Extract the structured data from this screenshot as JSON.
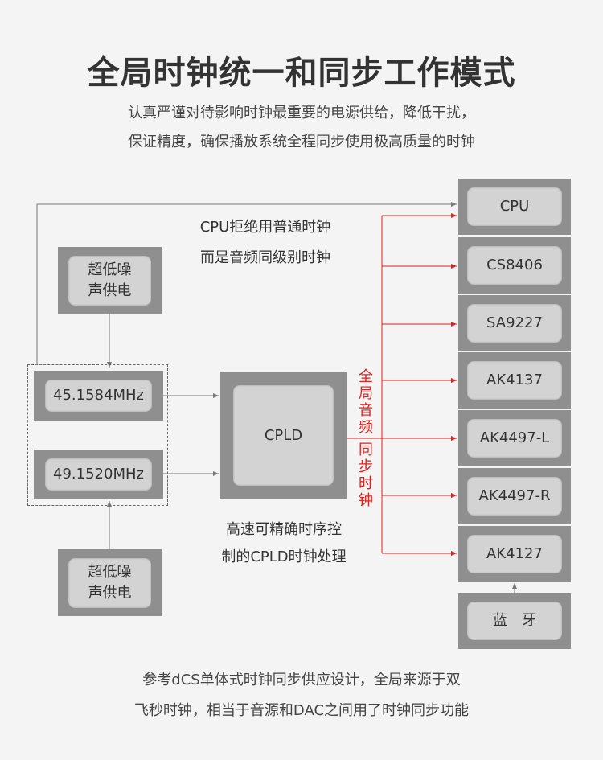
{
  "title": "全局时钟统一和同步工作模式",
  "subtitle": [
    "认真严谨对待影响时钟最重要的电源供给，降低干扰，",
    "保证精度，确保播放系统全程同步使用极高质量的时钟"
  ],
  "power": [
    "超低噪\n声供电",
    "超低噪\n声供电"
  ],
  "oscillators": [
    "45.1584MHz",
    "49.1520MHz"
  ],
  "cpld": "CPLD",
  "note_top": [
    "CPU拒绝用普通时钟",
    "而是音频同级别时钟"
  ],
  "note_bottom": [
    "高速可精确时序控",
    "制的CPLD时钟处理"
  ],
  "red_label_top": "全局音频",
  "red_label_bottom": "同步时钟",
  "chips": [
    "CPU",
    "CS8406",
    "SA9227",
    "AK4137",
    "AK4497-L",
    "AK4497-R",
    "AK4127"
  ],
  "bluetooth": "蓝　牙",
  "footer": [
    "参考dCS单体式时钟同步供应设计，全局来源于双",
    "飞秒时钟，相当于音源和DAC之间用了时钟同步功能"
  ],
  "colors": {
    "sync_line": "#e0201a",
    "box_frame": "#8f8f8f",
    "box_face": "#d3d3d3",
    "line": "#777777"
  }
}
